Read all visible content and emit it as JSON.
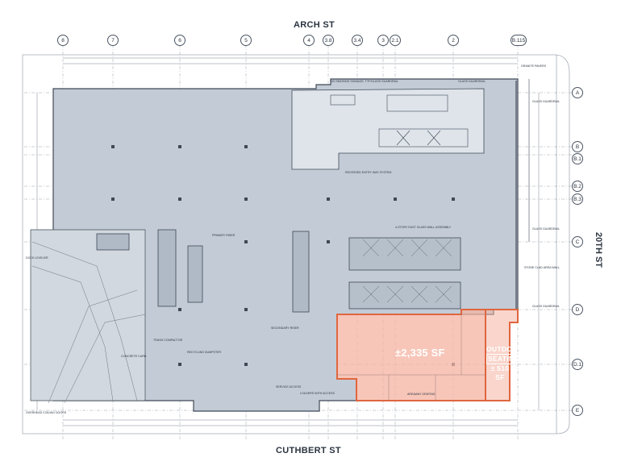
{
  "streets": {
    "north": "ARCH ST",
    "south": "CUTHBERT ST",
    "east": "20TH ST"
  },
  "grid_columns": [
    "8",
    "7",
    "6",
    "5",
    "4",
    "3.8",
    "3.4",
    "3",
    "2.1",
    "2",
    "B.115"
  ],
  "grid_rows": [
    "A",
    "B",
    "B.1",
    "B.2",
    "B.3",
    "C",
    "D",
    "D.1",
    "E"
  ],
  "areas": {
    "main_label": "±2,335 SF",
    "outdoor_line1": "OUTDOOR",
    "outdoor_line2": "SEATING",
    "outdoor_line3": "± 510 SF"
  },
  "notes": {
    "glass_guardrail_1": "GLASS GUARDRAIL",
    "glass_guardrail_2": "GLASS GUARDRAIL",
    "glass_guardrail_3": "GLASS GUARDRAIL",
    "glass_guardrail_4": "GLASS GUARDRAIL",
    "glass_guardrail_5": "GLASS GUARDRAIL",
    "granite_pavers": "GRANITE PAVERS",
    "no_smoking": "NO SMOKING SIGNAGE, TYP.",
    "trash_compactor": "TRASH COMPACTOR",
    "recycling": "RECYCLING DUMPSTER",
    "concrete_curb": "CONCRETE CURB",
    "primary_riser": "PRIMARY RISER",
    "secondary_riser": "SECONDARY RISER",
    "service_access": "SERVICE ACCESS",
    "louvers": "LOUVERS WITH ACCESS",
    "areaway_grating": "AREAWAY GRATING",
    "storefront": "4-STORY EAST GLASS WALL ASSEMBLY",
    "recessed_entry": "RECESSED ENTRY WAY SYSTEM",
    "dock_leveler": "DOCK LEVELER",
    "overhead_door": "OVERHEAD COILING DOORS",
    "stone_clad": "STONE CLAD AREA WALL"
  },
  "colors": {
    "floor_fill": "#c3ccd6",
    "linework": "#4a5563",
    "highlight_stroke": "#e0663f",
    "highlight_fill": "#f4b3a2"
  }
}
